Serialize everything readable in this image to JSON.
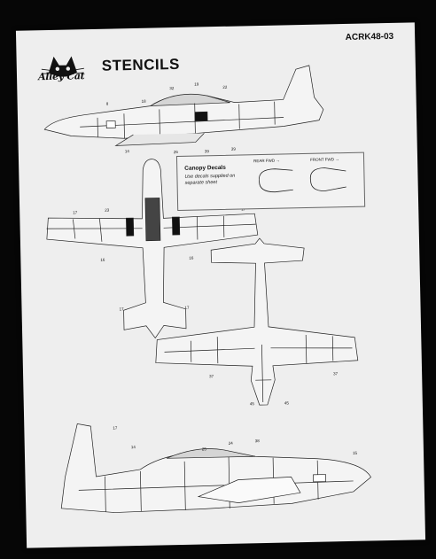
{
  "header": {
    "brand": "Alley Cat",
    "title": "STENCILS",
    "code": "ACRK48-03"
  },
  "canopy": {
    "title": "Canopy Decals",
    "note": "Use decals supplied on separate sheet",
    "rear_label": "REAR FWD →",
    "front_label": "FRONT FWD →"
  },
  "colors": {
    "background": "#060606",
    "paper": "#eeeeee",
    "ink": "#111111",
    "panel_grey": "#bdbdbd"
  }
}
